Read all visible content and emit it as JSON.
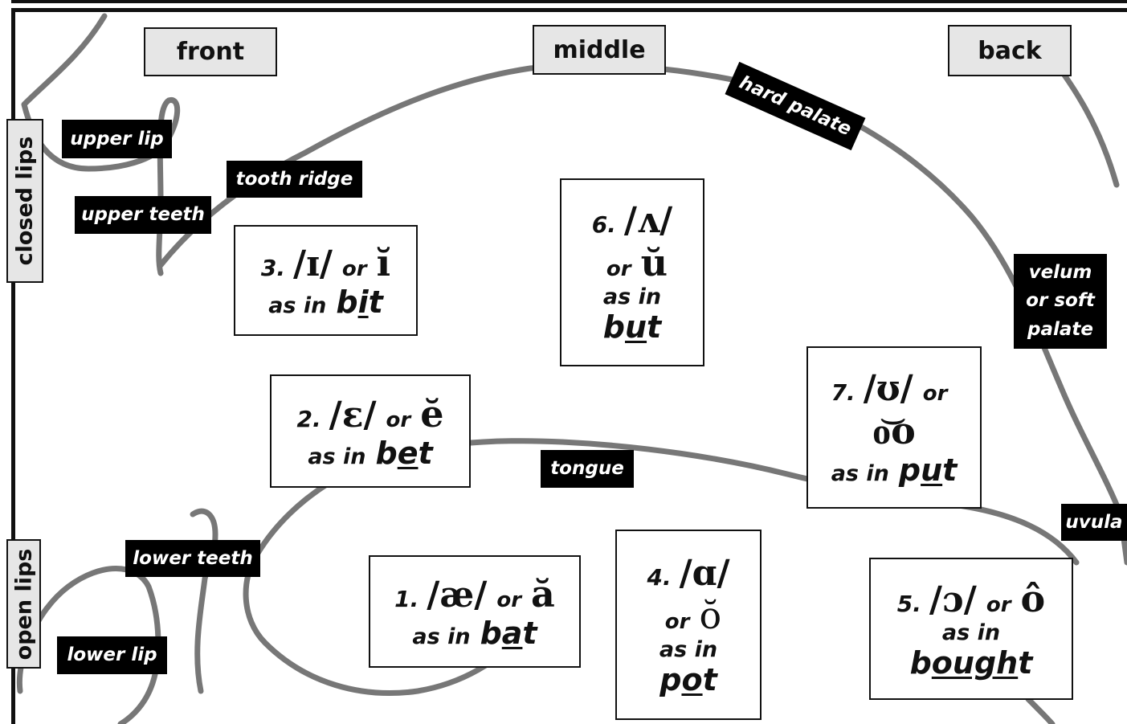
{
  "positions": {
    "front": "front",
    "middle": "middle",
    "back": "back"
  },
  "lip_tabs": {
    "closed": "closed lips",
    "open": "open lips"
  },
  "anatomy": {
    "upper_lip": "upper lip",
    "upper_teeth": "upper teeth",
    "tooth_ridge": "tooth ridge",
    "hard_palate": "hard palate",
    "velum": "velum or soft palate",
    "tongue": "tongue",
    "uvula": "uvula",
    "lower_teeth": "lower teeth",
    "lower_lip": "lower lip"
  },
  "vowels": [
    {
      "num": "1.",
      "ipa": "/æ/",
      "or": "or",
      "symbol": "ă",
      "as_in": "as in",
      "word_pre": "b",
      "word_ul": "a",
      "word_post": "t"
    },
    {
      "num": "2.",
      "ipa": "/ɛ/",
      "or": "or",
      "symbol": "ĕ",
      "as_in": "as in",
      "word_pre": "b",
      "word_ul": "e",
      "word_post": "t"
    },
    {
      "num": "3.",
      "ipa": "/ɪ/",
      "or": "or",
      "symbol": "ĭ",
      "as_in": "as in",
      "word_pre": "b",
      "word_ul": "i",
      "word_post": "t"
    },
    {
      "num": "4.",
      "ipa": "/ɑ/",
      "or": "or",
      "symbol": "ŏ",
      "as_in": "as in",
      "word_pre": "p",
      "word_ul": "o",
      "word_post": "t"
    },
    {
      "num": "5.",
      "ipa": "/ɔ/",
      "or": "or",
      "symbol": "ô",
      "as_in": "as in",
      "word_pre": "b",
      "word_ul": "ough",
      "word_post": "t"
    },
    {
      "num": "6.",
      "ipa": "/ʌ/",
      "or": "or",
      "symbol": "ŭ",
      "as_in": "as in",
      "word_pre": "b",
      "word_ul": "u",
      "word_post": "t"
    },
    {
      "num": "7.",
      "ipa": "/ʊ/",
      "or": "or",
      "symbol": "o͝o",
      "as_in": "as in",
      "word_pre": "p",
      "word_ul": "u",
      "word_post": "t"
    }
  ]
}
